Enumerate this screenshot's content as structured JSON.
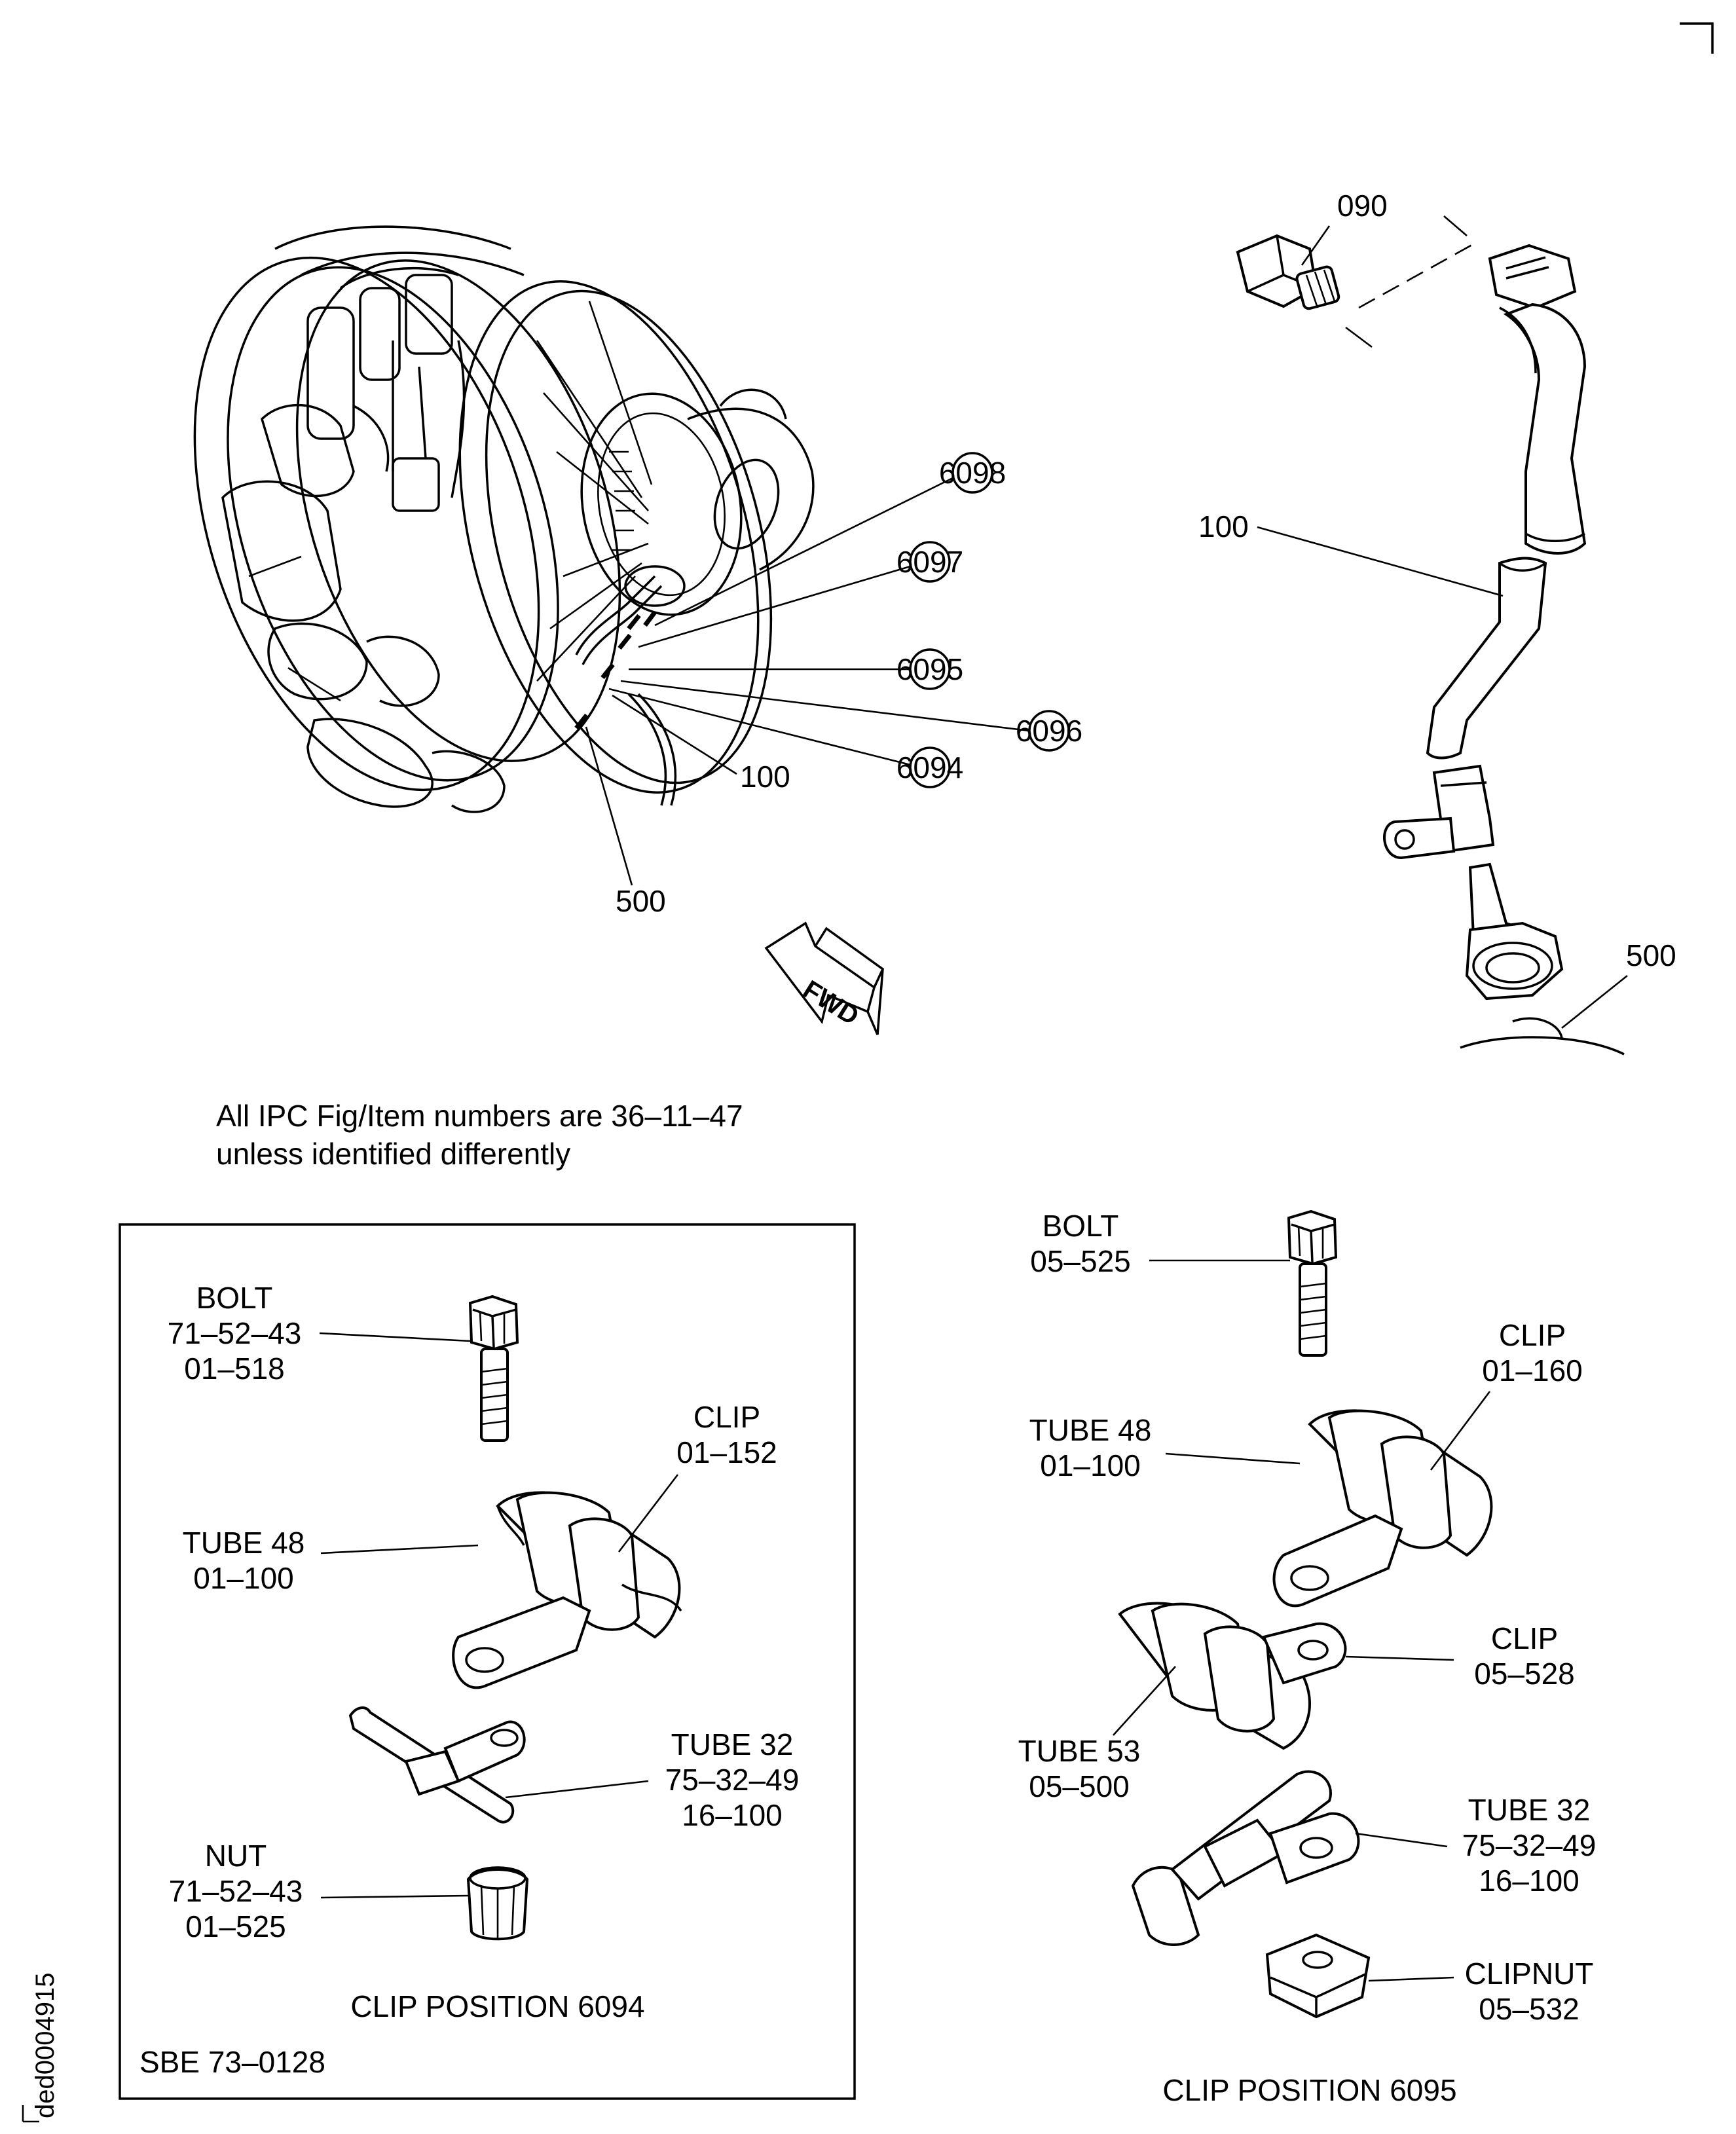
{
  "callouts": {
    "c6098": "6098",
    "c6097": "6097",
    "c6095": "6095",
    "c6096": "6096",
    "c6094": "6094",
    "engine_100": "100",
    "engine_500": "500",
    "detail_090": "090",
    "detail_100": "100",
    "detail_500": "500"
  },
  "fwd_label": "FWD",
  "note": {
    "line1": "All IPC Fig/Item numbers are 36–11–47",
    "line2": "unless identified differently"
  },
  "left_panel": {
    "bolt": [
      "BOLT",
      "71–52–43",
      "01–518"
    ],
    "clip": [
      "CLIP",
      "01–152"
    ],
    "tube48": [
      "TUBE 48",
      "01–100"
    ],
    "tube32": [
      "TUBE 32",
      "75–32–49",
      "16–100"
    ],
    "nut": [
      "NUT",
      "71–52–43",
      "01–525"
    ],
    "caption": "CLIP POSITION 6094",
    "sbe": "SBE 73–0128"
  },
  "right_panel": {
    "bolt": [
      "BOLT",
      "05–525"
    ],
    "clip_a": [
      "CLIP",
      "01–160"
    ],
    "tube48": [
      "TUBE 48",
      "01–100"
    ],
    "clip_b": [
      "CLIP",
      "05–528"
    ],
    "tube53": [
      "TUBE 53",
      "05–500"
    ],
    "tube32": [
      "TUBE 32",
      "75–32–49",
      "16–100"
    ],
    "clipnut": [
      "CLIPNUT",
      "05–532"
    ],
    "caption": "CLIP POSITION 6095"
  },
  "doc_id": "ded0004915"
}
